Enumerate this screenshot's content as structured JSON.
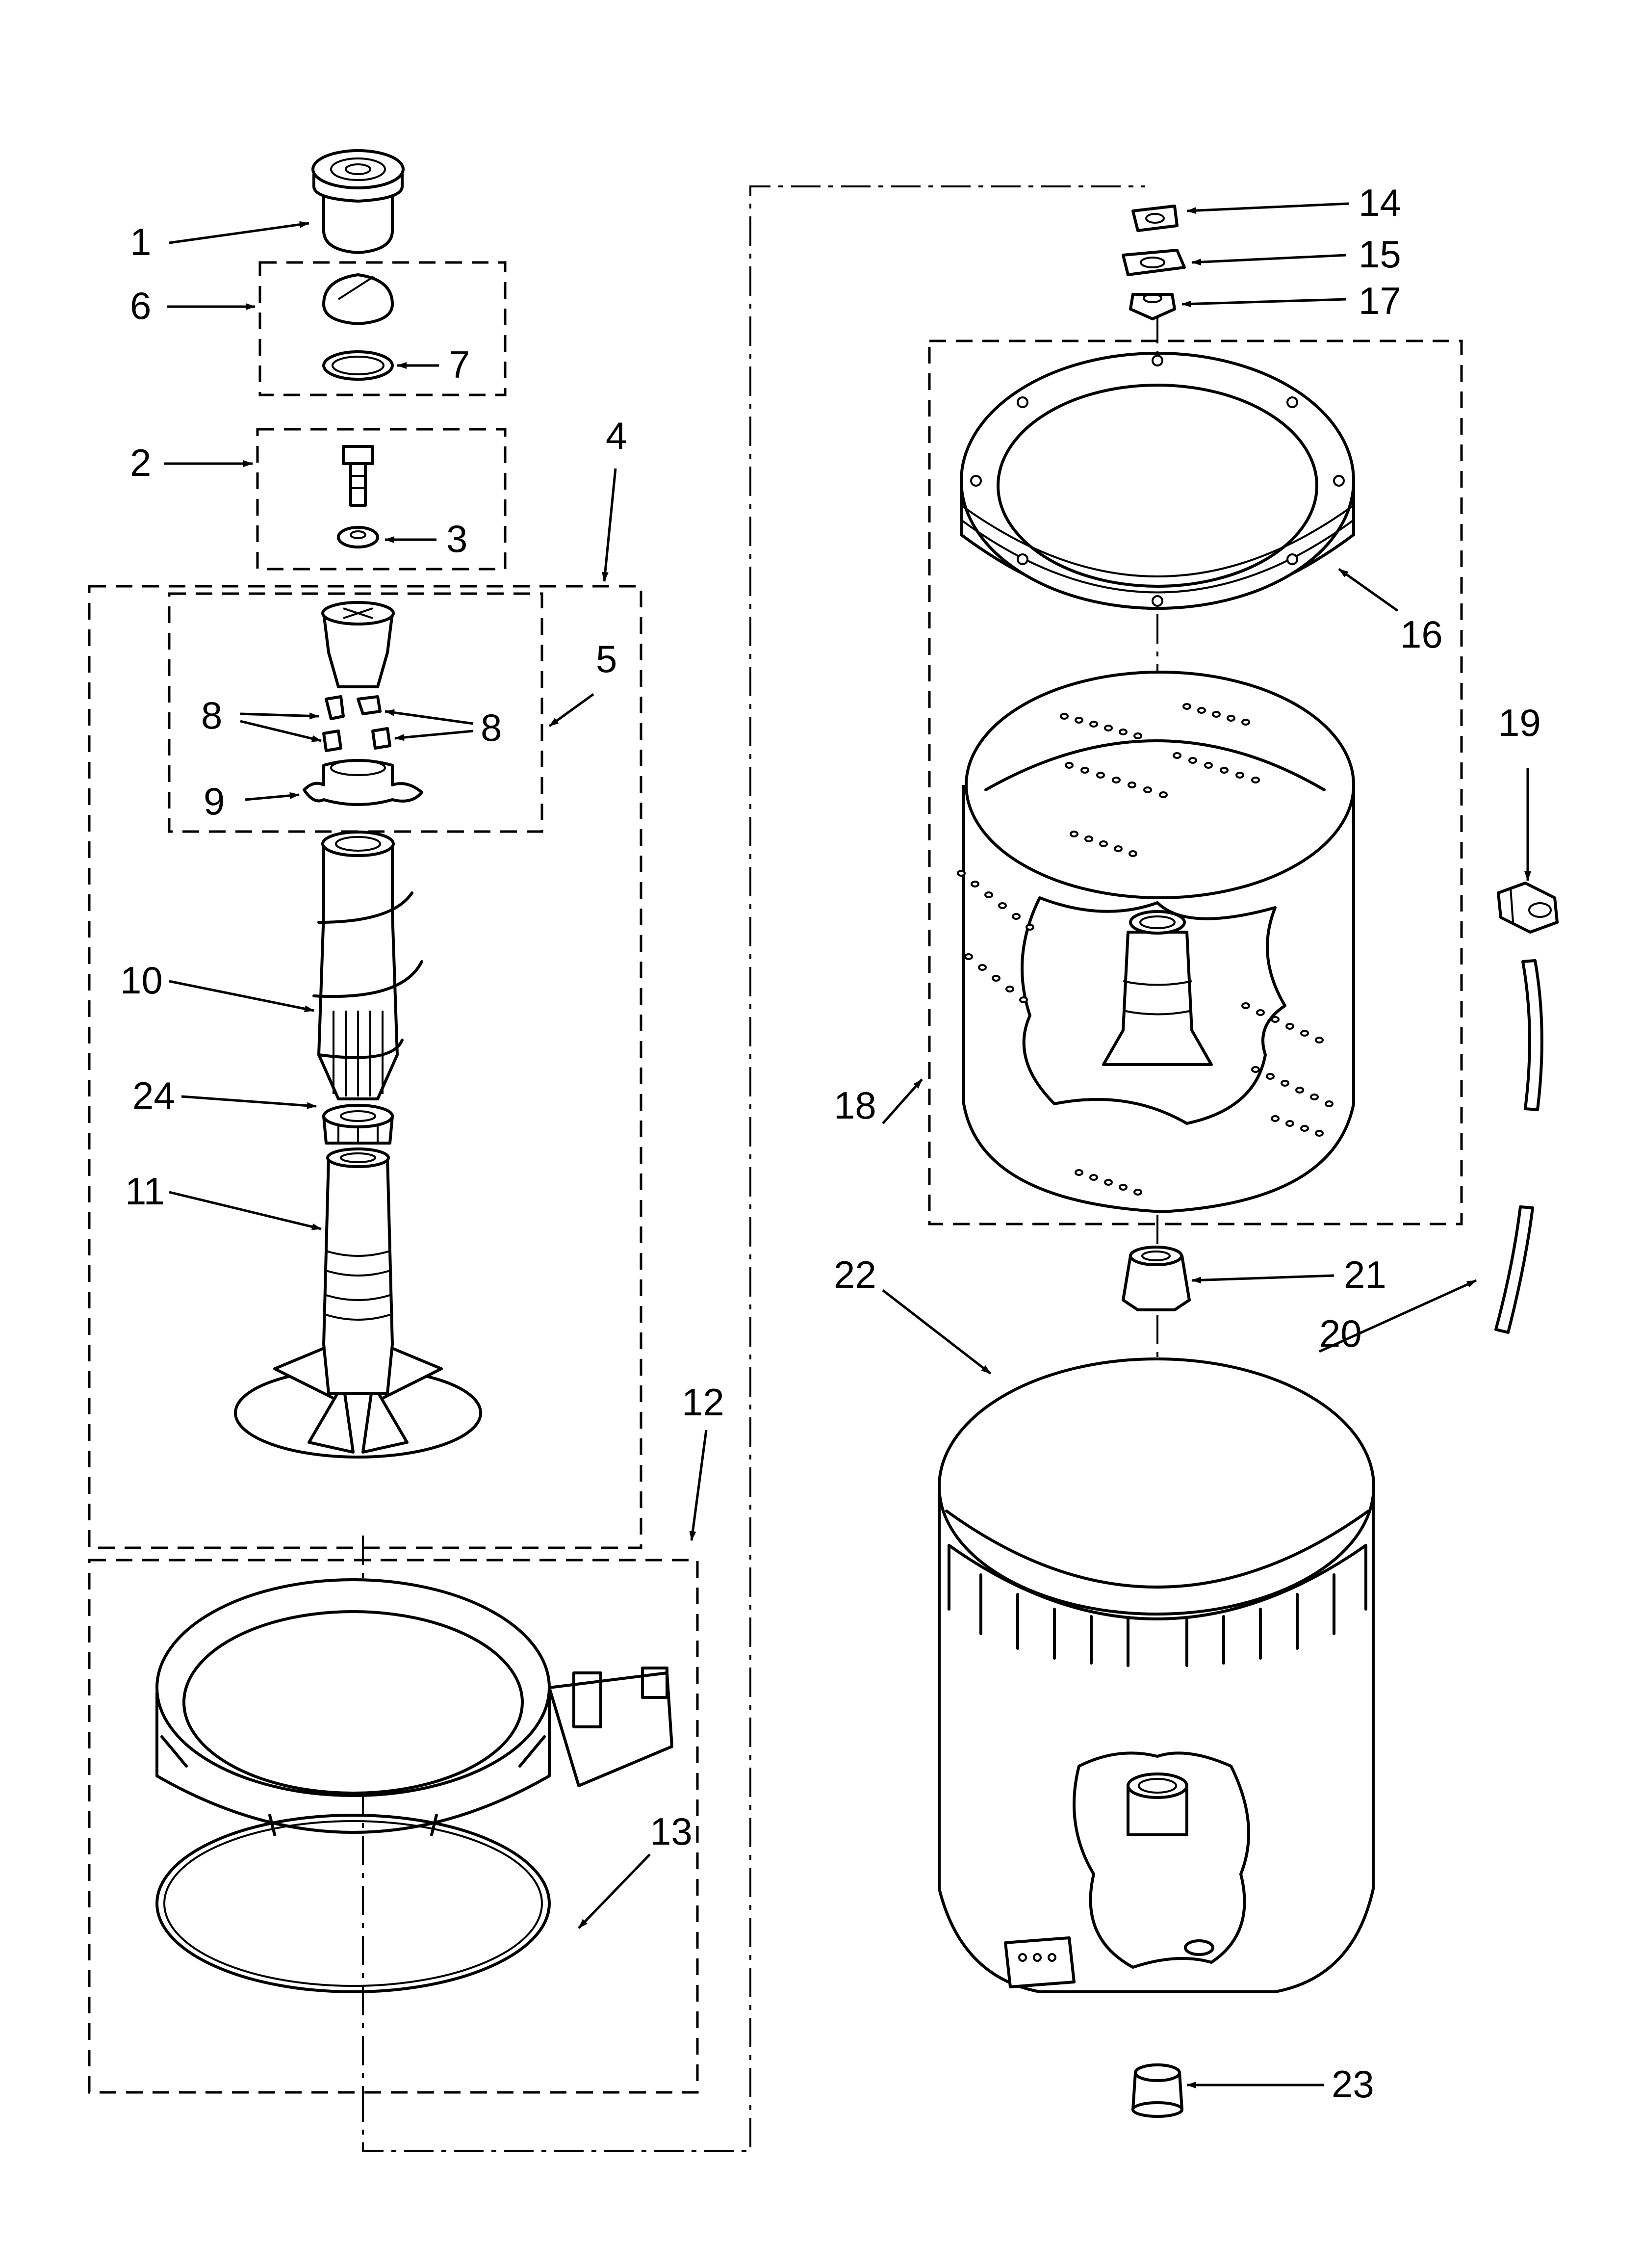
{
  "diagram": {
    "callouts": [
      "1",
      "2",
      "3",
      "4",
      "5",
      "6",
      "7",
      "8",
      "8",
      "9",
      "10",
      "11",
      "12",
      "13",
      "14",
      "15",
      "16",
      "17",
      "18",
      "19",
      "20",
      "21",
      "22",
      "23",
      "24"
    ],
    "line_color": "#000000",
    "background": "#ffffff"
  }
}
